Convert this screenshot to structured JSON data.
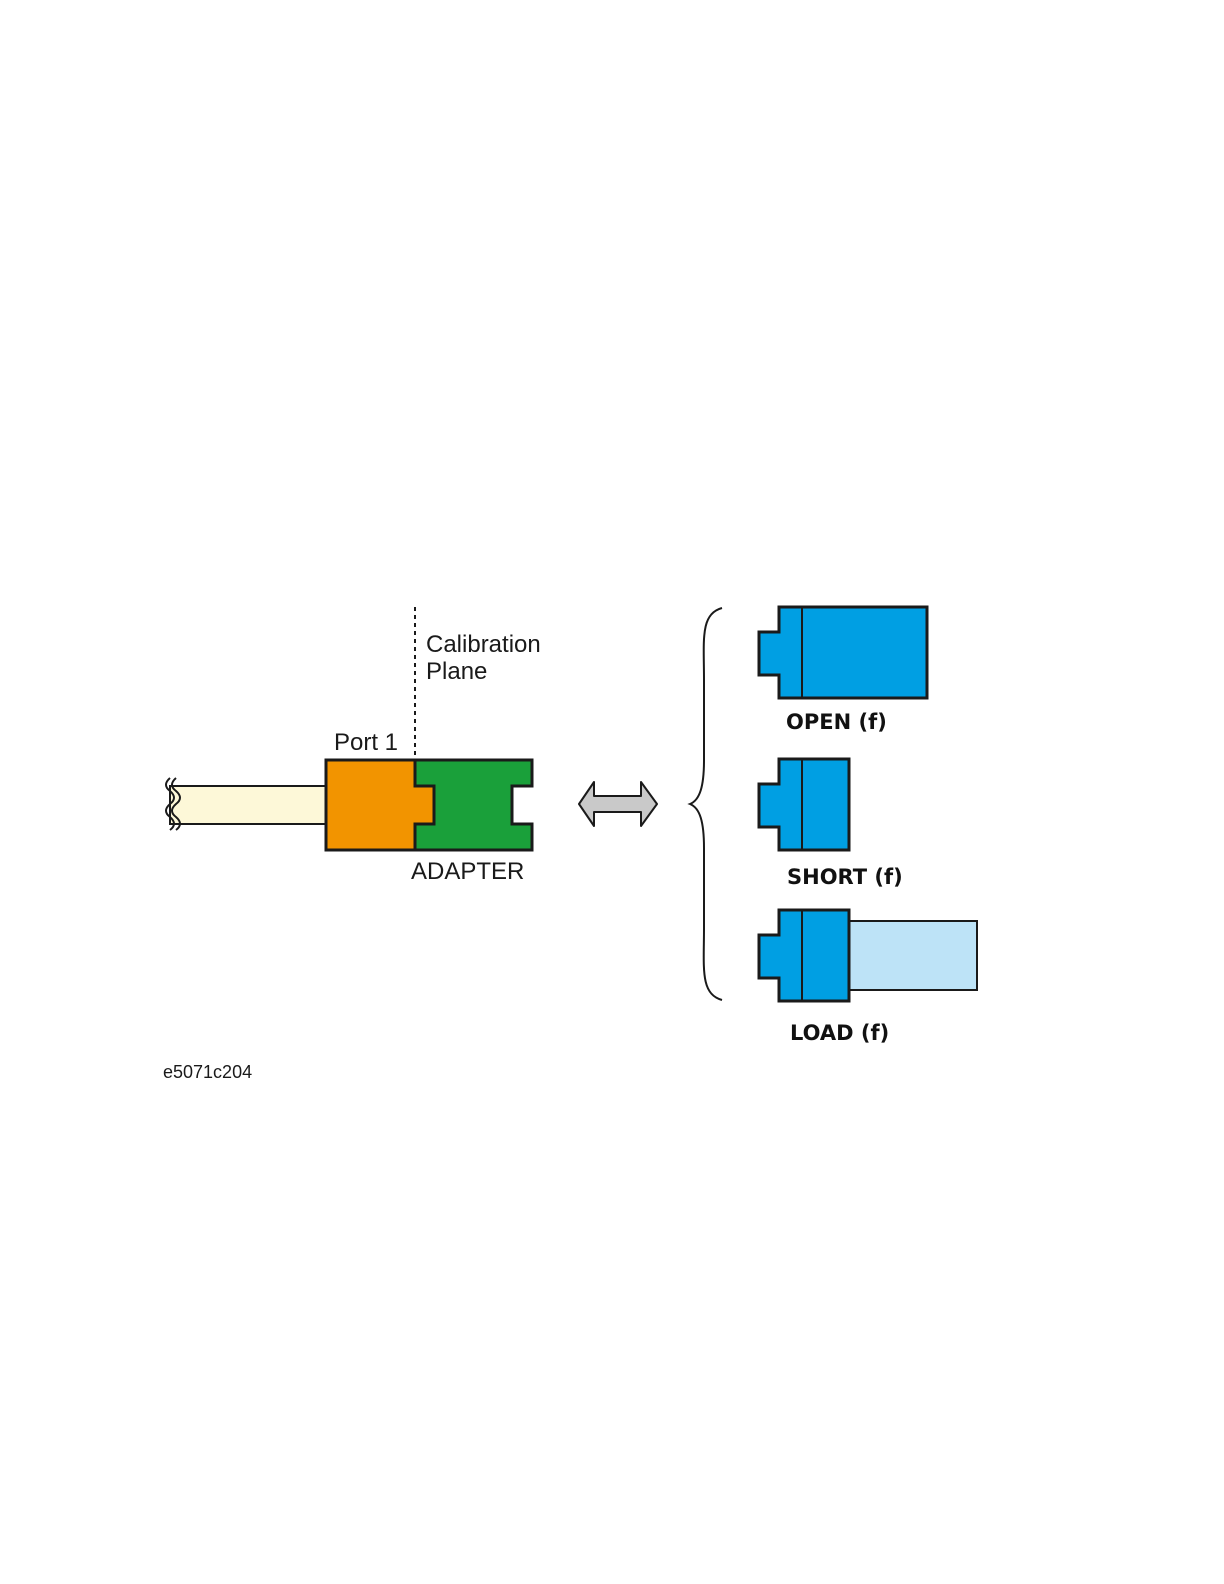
{
  "labels": {
    "calibration_plane_line1": "Calibration",
    "calibration_plane_line2": "Plane",
    "port": "Port 1",
    "adapter": "ADAPTER",
    "open": "OPEN (f)",
    "short": "SHORT (f)",
    "load": "LOAD (f)",
    "figure_id": "e5071c204"
  },
  "colors": {
    "cable": "#fdf8d8",
    "port": "#f29400",
    "adapter": "#1aa03a",
    "standard": "#009fe3",
    "load_element": "#bde3f7",
    "arrow": "#c9c9c9",
    "outline": "#1a1a1a"
  },
  "icons": {
    "cable_break": "wavy-break-icon",
    "connect_arrow": "double-headed-arrow-icon",
    "grouping": "curly-brace-icon"
  }
}
